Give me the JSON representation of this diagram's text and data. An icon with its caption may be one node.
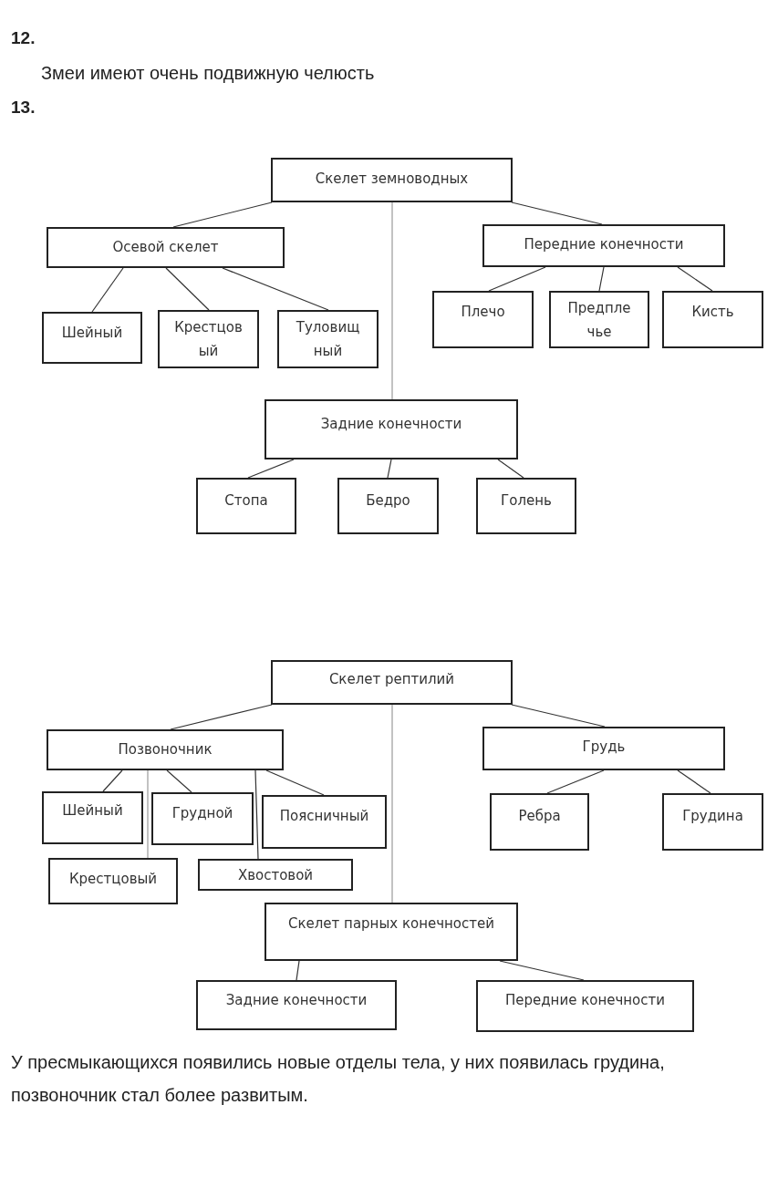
{
  "diagram": {
    "nodes": [
      {
        "text": [
          "Скелет земноводных"
        ]
      },
      {
        "text": [
          "Осевой скелет"
        ]
      },
      {
        "text": [
          "Передние конечности"
        ]
      },
      {
        "text": [
          "Шейный"
        ]
      },
      {
        "text": [
          "Крестцов ый"
        ]
      },
      {
        "text": [
          "Туловищ ный"
        ]
      },
      {
        "text": [
          "Плечо"
        ]
      },
      {
        "text": [
          "Предпле чье"
        ]
      },
      {
        "text": [
          "Кисть"
        ]
      },
      {
        "text": [
          "Задние конечности"
        ]
      },
      {
        "text": [
          "Стопа"
        ]
      },
      {
        "text": [
          "Бедро"
        ]
      },
      {
        "text": [
          "Голень"
        ]
      },
      {
        "text": [
          "Скелет рептилий"
        ]
      },
      {
        "text": [
          "Позвоночник"
        ]
      },
      {
        "text": [
          "Грудь"
        ]
      },
      {
        "text": [
          "Шейный"
        ]
      },
      {
        "text": [
          "Грудной"
        ]
      },
      {
        "text": [
          "Поясничный"
        ]
      },
      {
        "text": [
          "Крестцовый"
        ]
      },
      {
        "text": [
          "Хвостовой"
        ]
      },
      {
        "text": [
          "Ребра"
        ]
      },
      {
        "text": [
          "Грудина"
        ]
      },
      {
        "text": [
          "Скелет парных конечностей"
        ]
      },
      {
        "text": [
          "Задние конечности"
        ]
      },
      {
        "text": [
          "Передние конечности"
        ]
      }
    ],
    "edges": [
      {
        "from": 0,
        "to": 1,
        "arrow": "none"
      },
      {
        "from": 0,
        "to": 2,
        "arrow": "none"
      },
      {
        "from": 0,
        "to": 9,
        "arrow": "none",
        "color": "#999999"
      },
      {
        "from": 1,
        "to": 3,
        "arrow": "none"
      },
      {
        "from": 1,
        "to": 4,
        "arrow": "none"
      },
      {
        "from": 1,
        "to": 5,
        "arrow": "none"
      },
      {
        "from": 2,
        "to": 6,
        "arrow": "none"
      },
      {
        "from": 2,
        "to": 7,
        "arrow": "none"
      },
      {
        "from": 2,
        "to": 8,
        "arrow": "none"
      },
      {
        "from": 9,
        "to": 10,
        "arrow": "none"
      },
      {
        "from": 9,
        "to": 11,
        "arrow": "none"
      },
      {
        "from": 9,
        "to": 12,
        "arrow": "none"
      },
      {
        "from": 13,
        "to": 14,
        "arrow": "none"
      },
      {
        "from": 13,
        "to": 15,
        "arrow": "none"
      },
      {
        "from": 13,
        "to": 23,
        "arrow": "none",
        "color": "#999999"
      },
      {
        "from": 14,
        "to": 16,
        "arrow": "none"
      },
      {
        "from": 14,
        "to": 19,
        "arrow": "none",
        "color": "#999999"
      },
      {
        "from": 14,
        "to": 17,
        "arrow": "none"
      },
      {
        "from": 14,
        "to": 20,
        "arrow": "none"
      },
      {
        "from": 14,
        "to": 18,
        "arrow": "none"
      },
      {
        "from": 15,
        "to": 21,
        "arrow": "none"
      },
      {
        "from": 15,
        "to": 22,
        "arrow": "none"
      },
      {
        "from": 23,
        "to": 24,
        "arrow": "none"
      },
      {
        "from": 23,
        "to": 25,
        "arrow": "none"
      }
    ],
    "labels": [
      "12.",
      "Змеи имеют очень подвижную челюсть",
      "13.",
      "У пресмыкающихся появились новые отделы тела, у них появилась грудина, позвоночник стал более развитым."
    ]
  }
}
